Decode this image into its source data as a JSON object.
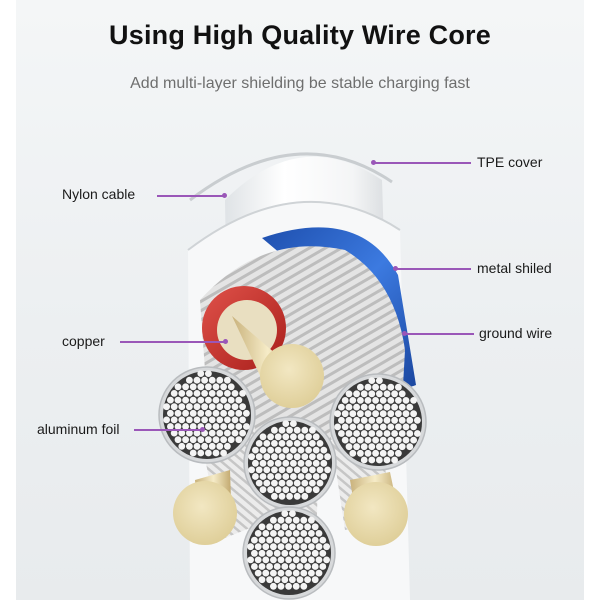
{
  "title": "Using High Quality Wire Core",
  "subtitle": "Add multi-layer shielding be stable charging fast",
  "labels": {
    "tpe_cover": "TPE cover",
    "nylon_cable": "Nylon cable",
    "metal_shield": "metal shiled",
    "ground_wire": "ground wire",
    "copper": "copper",
    "aluminum_foil": "aluminum foil"
  },
  "colors": {
    "leader_line": "#9a57b8",
    "ground_wire": "#2a62c8",
    "copper_insulation": "#c8302a",
    "copper_core": "#efe2b6"
  }
}
